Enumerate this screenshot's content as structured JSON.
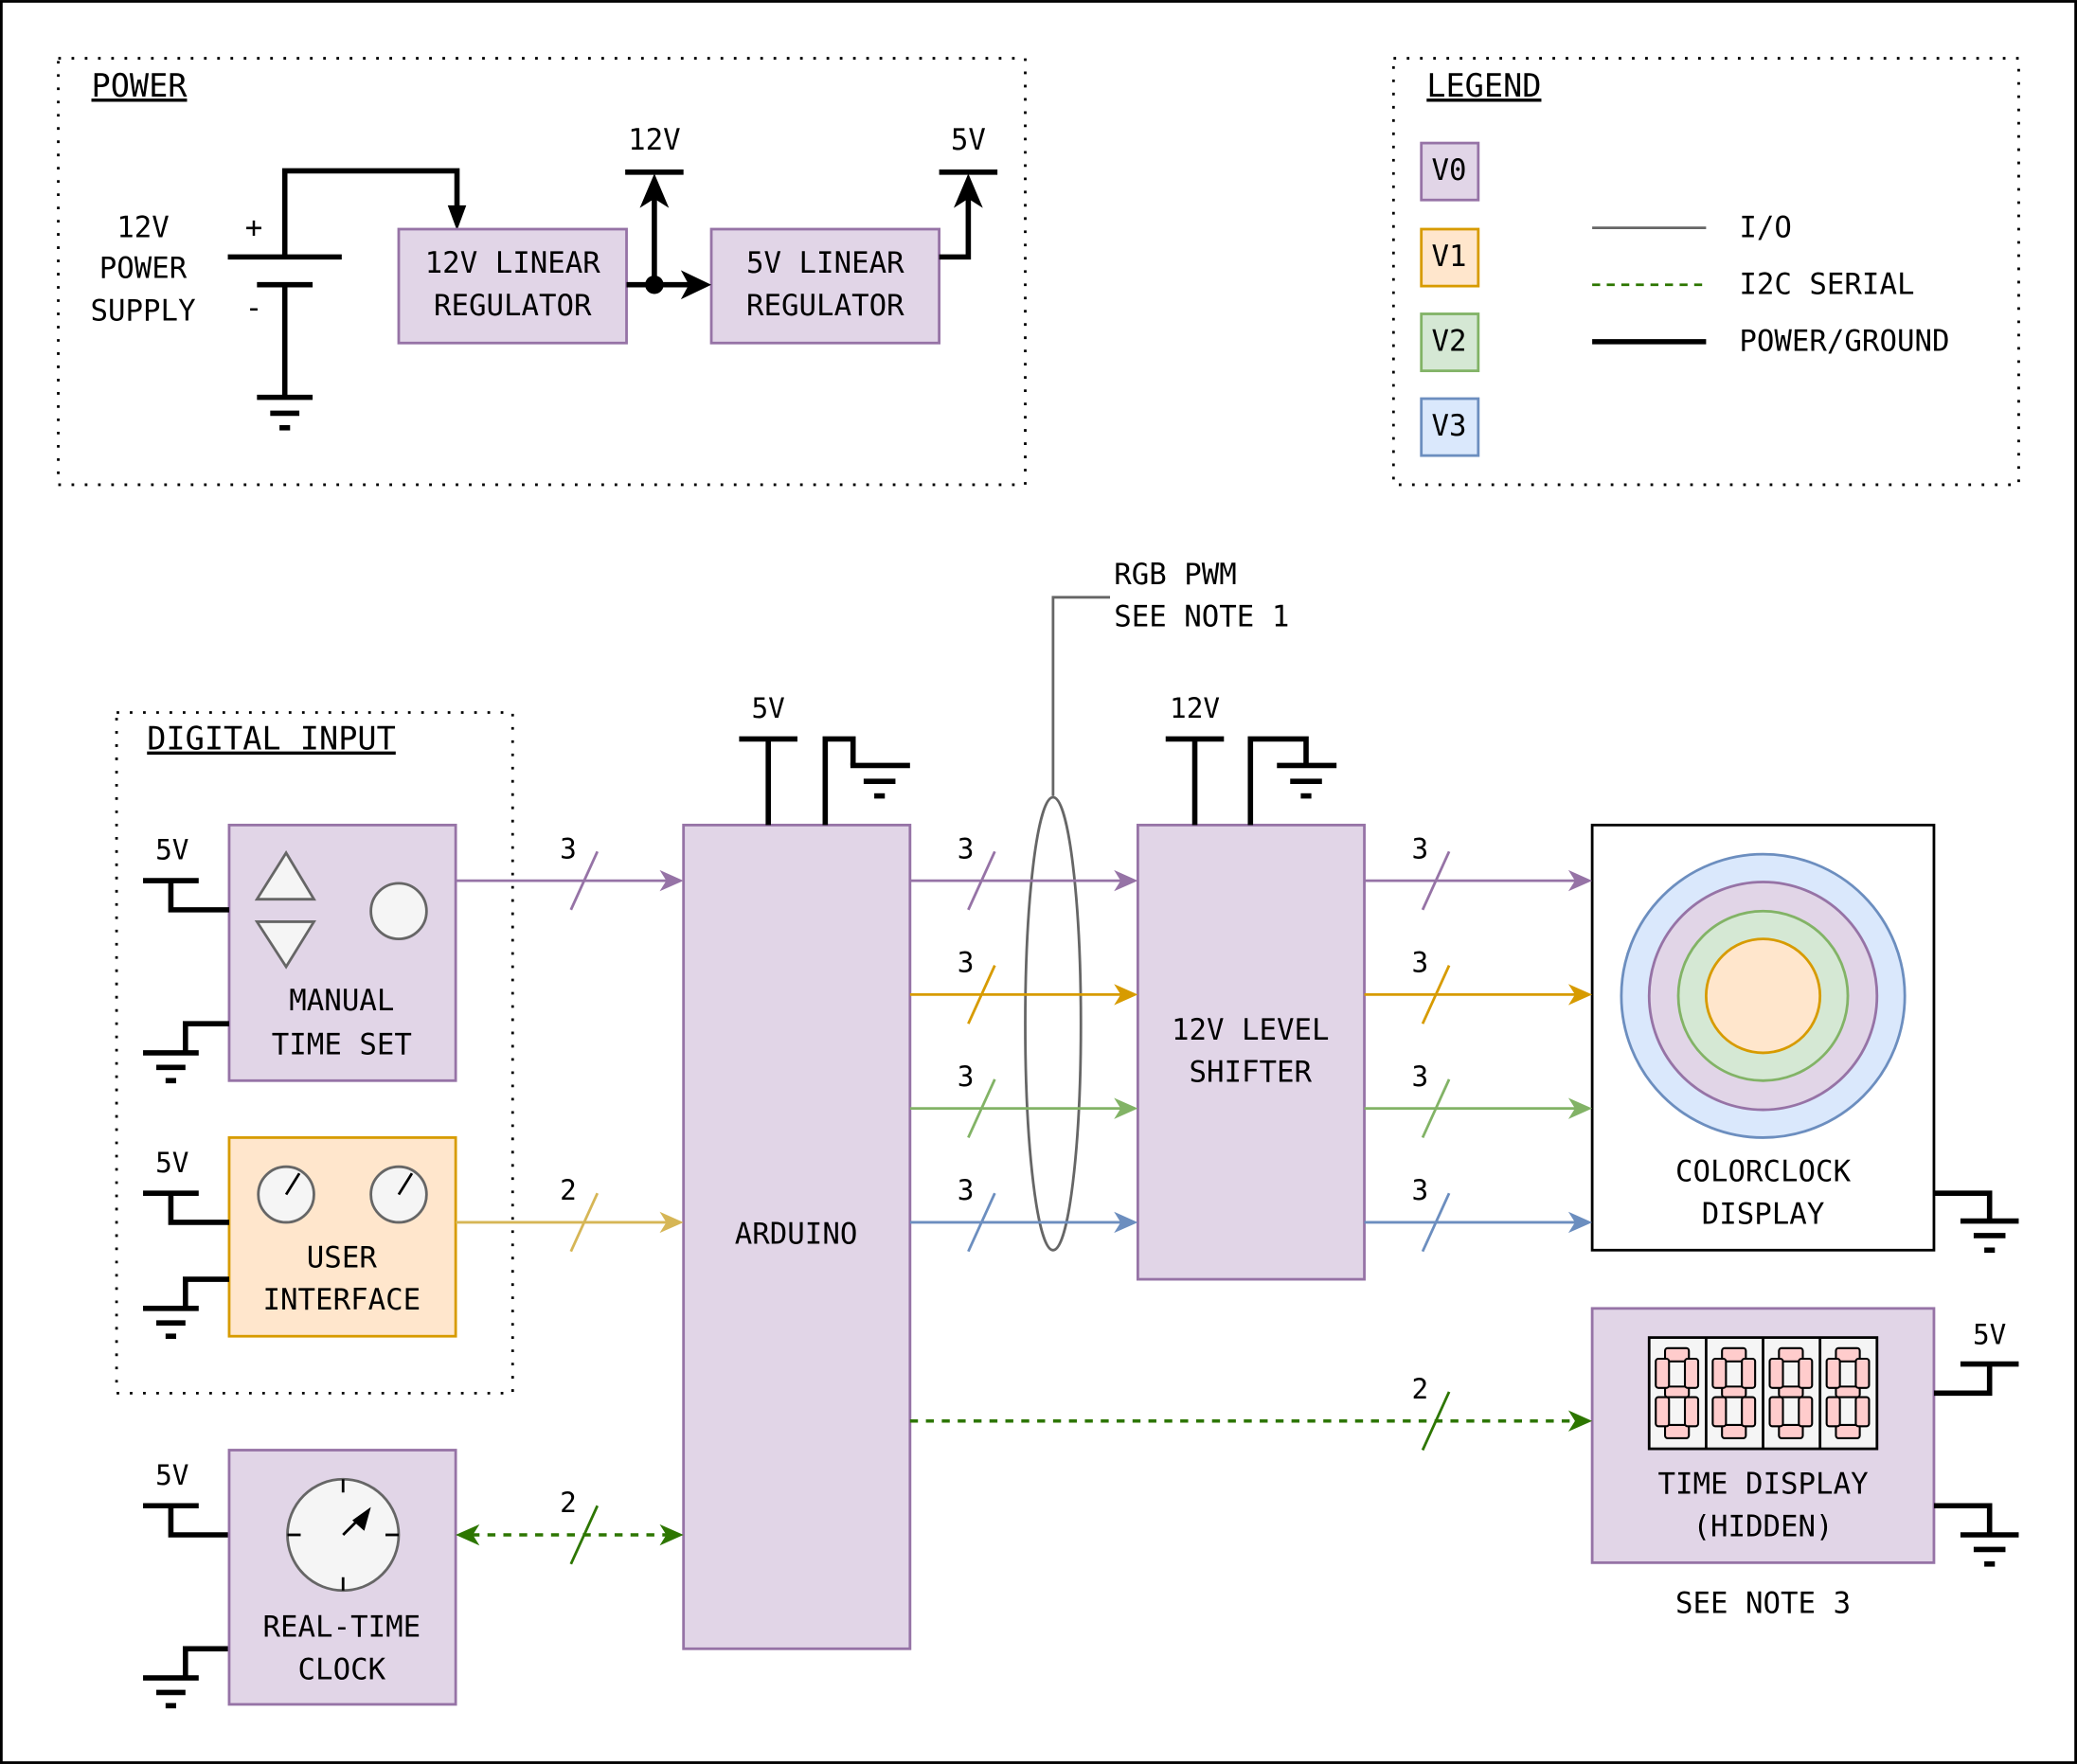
{
  "power": {
    "title": "POWER",
    "supply": [
      "12V",
      "POWER",
      "SUPPLY"
    ],
    "plus": "+",
    "minus": "-",
    "reg12": [
      "12V LINEAR",
      "REGULATOR"
    ],
    "reg5": [
      "5V LINEAR",
      "REGULATOR"
    ],
    "rail12": "12V",
    "rail5": "5V"
  },
  "legend": {
    "title": "LEGEND",
    "swatches": [
      {
        "label": "V0",
        "fill": "#e1d5e7",
        "stroke": "#9673a6"
      },
      {
        "label": "V1",
        "fill": "#ffe6cc",
        "stroke": "#d79b00"
      },
      {
        "label": "V2",
        "fill": "#d5e8d4",
        "stroke": "#82b366"
      },
      {
        "label": "V3",
        "fill": "#dae8fc",
        "stroke": "#6c8ebf"
      }
    ],
    "lines": [
      {
        "label": "I/O",
        "color": "#666666",
        "style": "solid"
      },
      {
        "label": "I2C SERIAL",
        "color": "#2d7600",
        "style": "dashed"
      },
      {
        "label": "POWER/GROUND",
        "color": "#000000",
        "style": "thick"
      }
    ]
  },
  "digital_input": {
    "title": "DIGITAL INPUT",
    "manual": [
      "MANUAL",
      "TIME SET"
    ],
    "ui": [
      "USER",
      "INTERFACE"
    ],
    "rail": "5V"
  },
  "rtc": {
    "label": [
      "REAL-TIME",
      "CLOCK"
    ],
    "rail": "5V"
  },
  "arduino": {
    "label": "ARDUINO",
    "rail": "5V"
  },
  "shifter": {
    "label": [
      "12V LEVEL",
      "SHIFTER"
    ],
    "rail": "12V"
  },
  "note_rgb": [
    "RGB PWM",
    "SEE NOTE 1"
  ],
  "colorclock": {
    "label": [
      "COLORCLOCK",
      "DISPLAY"
    ]
  },
  "timedisplay": {
    "label": [
      "TIME DISPLAY",
      "(HIDDEN)"
    ],
    "rail": "5V",
    "note": "SEE NOTE 3"
  },
  "buses": {
    "manual_to_arduino": "3",
    "ui_to_arduino": "2",
    "rtc_arduino": "2",
    "arduino_to_shifter": [
      "3",
      "3",
      "3",
      "3"
    ],
    "shifter_to_clock": [
      "3",
      "3",
      "3",
      "3"
    ],
    "arduino_to_timedisplay": "2"
  },
  "colors": {
    "v0": "#9673a6",
    "v1": "#d79b00",
    "v2": "#82b366",
    "v3": "#6c8ebf",
    "ui_line": "#d6b656",
    "i2c": "#2d7600",
    "io": "#666666"
  }
}
